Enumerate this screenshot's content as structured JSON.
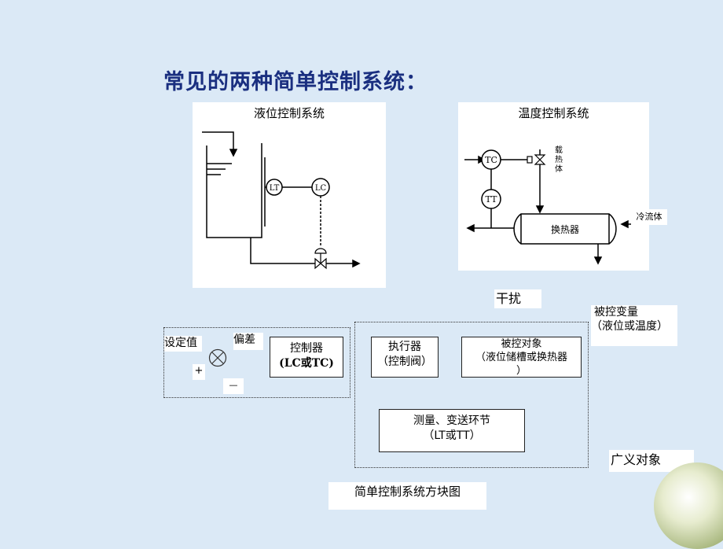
{
  "slide": {
    "title": "常见的两种简单控制系统：",
    "level_panel": {
      "title": "液位控制系统",
      "lt": "LT",
      "lc": "LC"
    },
    "temp_panel": {
      "title": "温度控制系统",
      "tc": "TC",
      "tt": "TT",
      "carrier_chars": [
        "载",
        "热",
        "体"
      ],
      "cold_fluid": "冷流体",
      "exchanger": "换热器"
    },
    "block": {
      "disturbance": "干扰",
      "controlled_variable_line1": "被控变量",
      "controlled_variable_line2": "（液位或温度）",
      "setpoint": "设定值",
      "deviation": "偏差",
      "plus": "+",
      "minus": "—",
      "controller_line1": "控制器",
      "controller_line2": "(LC或TC)",
      "actuator_line1": "执行器",
      "actuator_line2": "（控制阀）",
      "process_line1": "被控对象",
      "process_line2": "（液位储槽或换热器",
      "process_line3": "）",
      "measure_line1": "测量、变送环节",
      "measure_line2": "（LT或TT）",
      "generalized_object": "广义对象",
      "caption": "简单控制系统方块图"
    }
  }
}
